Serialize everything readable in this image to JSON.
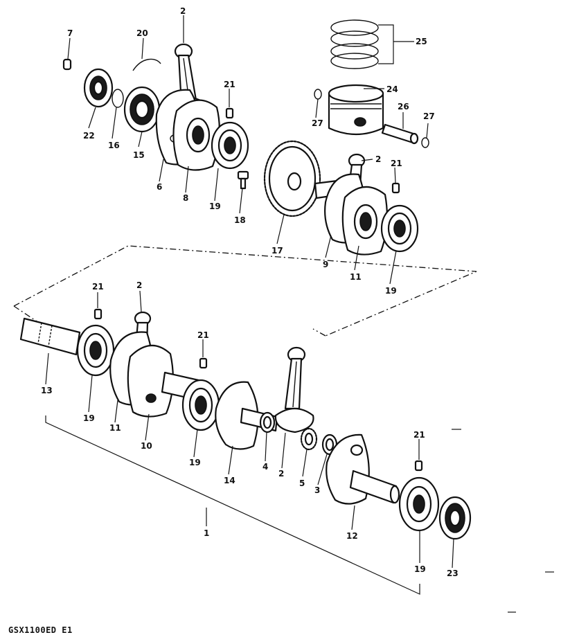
{
  "footer": {
    "model_code": "GSX1100ED E1"
  },
  "callouts": [
    {
      "num": "2",
      "part": "connecting-rod"
    },
    {
      "num": "7",
      "part": "pin"
    },
    {
      "num": "20",
      "part": "circlip"
    },
    {
      "num": "25",
      "part": "piston-ring-set"
    },
    {
      "num": "21",
      "part": "dowel"
    },
    {
      "num": "24",
      "part": "piston"
    },
    {
      "num": "22",
      "part": "oil-seal"
    },
    {
      "num": "16",
      "part": "circlip"
    },
    {
      "num": "15",
      "part": "bearing"
    },
    {
      "num": "6",
      "part": "crank-web"
    },
    {
      "num": "8",
      "part": "crank-web"
    },
    {
      "num": "19",
      "part": "bearing"
    },
    {
      "num": "18",
      "part": "bolt"
    },
    {
      "num": "26",
      "part": "piston-pin"
    },
    {
      "num": "27",
      "part": "piston-pin-circlip"
    },
    {
      "num": "17",
      "part": "gear"
    },
    {
      "num": "9",
      "part": "crank-web"
    },
    {
      "num": "11",
      "part": "crank-web"
    },
    {
      "num": "13",
      "part": "crank-end"
    },
    {
      "num": "10",
      "part": "crank-web"
    },
    {
      "num": "14",
      "part": "crank-web"
    },
    {
      "num": "4",
      "part": "washer"
    },
    {
      "num": "5",
      "part": "needle-bearing"
    },
    {
      "num": "3",
      "part": "washer"
    },
    {
      "num": "12",
      "part": "crank-web"
    },
    {
      "num": "23",
      "part": "oil-seal"
    },
    {
      "num": "1",
      "part": "crankshaft-assembly"
    }
  ]
}
